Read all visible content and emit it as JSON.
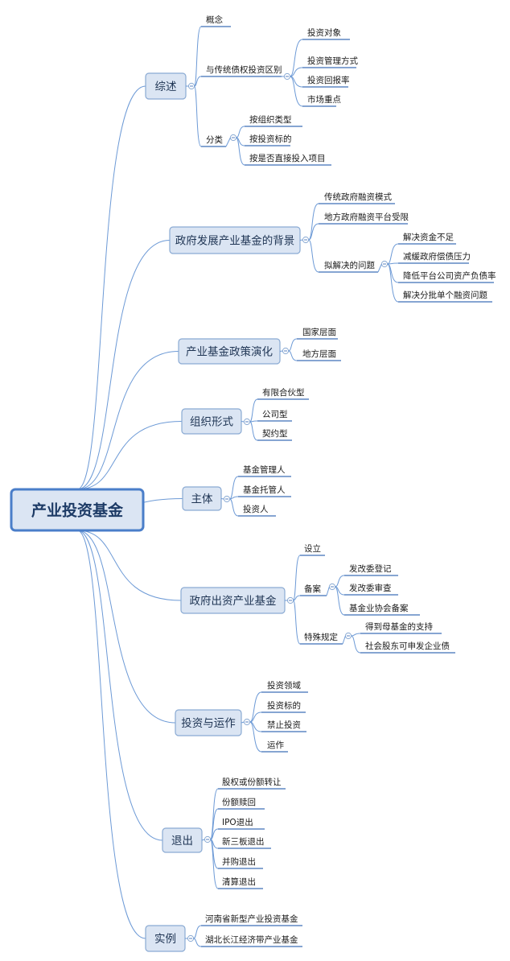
{
  "root": "产业投资基金",
  "branches": [
    {
      "label": "综述",
      "children": [
        {
          "label": "概念"
        },
        {
          "label": "与传统债权投资区别",
          "children": [
            {
              "label": "投资对象"
            },
            {
              "label": "投资管理方式"
            },
            {
              "label": "投资回报率"
            },
            {
              "label": "市场重点"
            }
          ]
        },
        {
          "label": "分类",
          "children": [
            {
              "label": "按组织类型"
            },
            {
              "label": "按投资标的"
            },
            {
              "label": "按是否直接投入项目"
            }
          ]
        }
      ]
    },
    {
      "label": "政府发展产业基金的背景",
      "children": [
        {
          "label": "传统政府融资模式"
        },
        {
          "label": "地方政府融资平台受限"
        },
        {
          "label": "拟解决的问题",
          "children": [
            {
              "label": "解决资金不足"
            },
            {
              "label": "减缓政府偿债压力"
            },
            {
              "label": "降低平台公司资产负债率"
            },
            {
              "label": "解决分批单个融资问题"
            }
          ]
        }
      ]
    },
    {
      "label": "产业基金政策演化",
      "children": [
        {
          "label": "国家层面"
        },
        {
          "label": "地方层面"
        }
      ]
    },
    {
      "label": "组织形式",
      "children": [
        {
          "label": "有限合伙型"
        },
        {
          "label": "公司型"
        },
        {
          "label": "契约型"
        }
      ]
    },
    {
      "label": "主体",
      "children": [
        {
          "label": "基金管理人"
        },
        {
          "label": "基金托管人"
        },
        {
          "label": "投资人"
        }
      ]
    },
    {
      "label": "政府出资产业基金",
      "children": [
        {
          "label": "设立"
        },
        {
          "label": "备案",
          "children": [
            {
              "label": "发改委登记"
            },
            {
              "label": "发改委审查"
            },
            {
              "label": "基金业协会备案"
            }
          ]
        },
        {
          "label": "特殊规定",
          "children": [
            {
              "label": "得到母基金的支持"
            },
            {
              "label": "社会股东可申发企业债"
            }
          ]
        }
      ]
    },
    {
      "label": "投资与运作",
      "children": [
        {
          "label": "投资领域"
        },
        {
          "label": "投资标的"
        },
        {
          "label": "禁止投资"
        },
        {
          "label": "运作"
        }
      ]
    },
    {
      "label": "退出",
      "children": [
        {
          "label": "股权或份额转让"
        },
        {
          "label": "份额赎回"
        },
        {
          "label": "IPO退出"
        },
        {
          "label": "新三板退出"
        },
        {
          "label": "并购退出"
        },
        {
          "label": "清算退出"
        }
      ]
    },
    {
      "label": "实例",
      "children": [
        {
          "label": "河南省新型产业投资基金"
        },
        {
          "label": "湖北长江经济带产业基金"
        }
      ]
    }
  ],
  "colors": {
    "line": "#6d9ad6",
    "underline": "#3d6fb8",
    "box_fill": "#dbe5f3",
    "root_border": "#4a7ec9"
  }
}
